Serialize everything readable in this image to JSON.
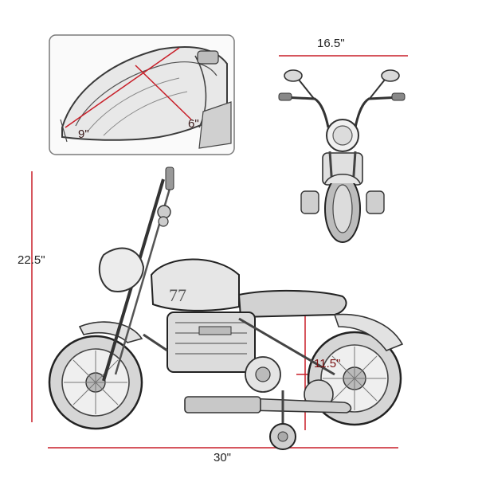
{
  "colors": {
    "dimension_line": "#c81e28",
    "sketch": "#3a3a3a",
    "sketch_light": "#9a9a9a",
    "background": "#ffffff"
  },
  "dimensions": {
    "overall_width": "16.5\"",
    "overall_height": "22.5\"",
    "overall_length": "30\"",
    "seat_height": "11.5\""
  },
  "seat_detail": {
    "seat_length": "9\"",
    "seat_width": "6\""
  }
}
